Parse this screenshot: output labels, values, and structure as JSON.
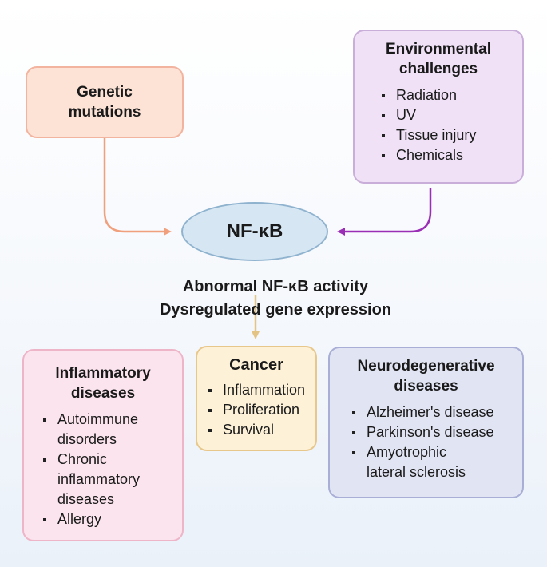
{
  "nodes": {
    "genetic": {
      "title_lines": [
        "Genetic",
        "mutations"
      ]
    },
    "environmental": {
      "title_lines": [
        "Environmental",
        "challenges"
      ],
      "items": [
        "Radiation",
        "UV",
        "Tissue injury",
        "Chemicals"
      ]
    },
    "nfkb": {
      "label": "NF-κB"
    },
    "abnormal": {
      "lines": [
        "Abnormal NF-κB activity",
        "Dysregulated gene expression"
      ]
    },
    "inflammatory": {
      "title_lines": [
        "Inflammatory",
        "diseases"
      ],
      "items": [
        "Autoimmune",
        "disorders",
        "Chronic",
        "inflammatory",
        "diseases",
        "Allergy"
      ]
    },
    "cancer": {
      "title": "Cancer",
      "items": [
        "Inflammation",
        "Proliferation",
        "Survival"
      ]
    },
    "neuro": {
      "title_lines": [
        "Neurodegenerative",
        "diseases"
      ],
      "items": [
        "Alzheimer's disease",
        "Parkinson's disease",
        "Amyotrophic",
        "lateral sclerosis"
      ]
    }
  },
  "colors": {
    "genetic_arrow": "#f0a07c",
    "environmental_arrow": "#9a2fb5",
    "cancer_arrow": "#e3c484"
  }
}
